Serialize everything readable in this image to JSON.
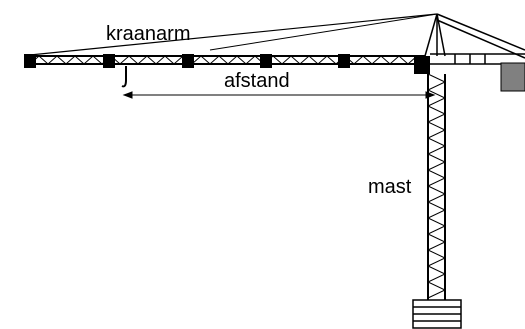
{
  "diagram": {
    "labels": {
      "jib": "kraanarm",
      "distance": "afstand",
      "mast": "mast"
    },
    "colors": {
      "line": "#000000",
      "background": "#ffffff",
      "counterweight": "#808080"
    },
    "icons": [
      "tower-crane",
      "hook",
      "counterweight",
      "mast-base"
    ]
  }
}
